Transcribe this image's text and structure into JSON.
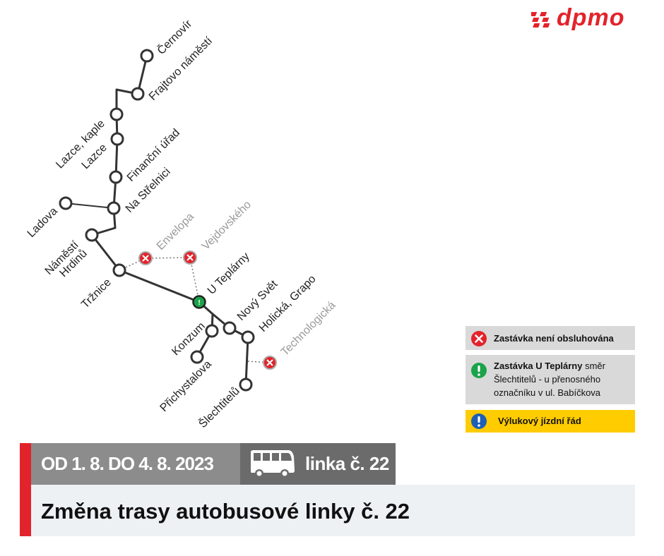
{
  "brand": {
    "logo_text": "dpmo",
    "accent_color": "#e3232b"
  },
  "map": {
    "stops": [
      {
        "id": "cernovir",
        "label": "Černovír",
        "status": "normal"
      },
      {
        "id": "frajtovo",
        "label": "Frajtovo  náměstí",
        "status": "normal"
      },
      {
        "id": "lazce-kaple",
        "label": "Lazce, kaple",
        "status": "normal"
      },
      {
        "id": "lazce",
        "label": "Lazce",
        "status": "normal"
      },
      {
        "id": "financni",
        "label": "Finanční úřad",
        "status": "normal"
      },
      {
        "id": "na-strelnici",
        "label": "Na Střelnici",
        "status": "normal"
      },
      {
        "id": "ladova",
        "label": "Ladova",
        "status": "normal"
      },
      {
        "id": "namesti-line1",
        "label": "Náměstí",
        "status": "normal"
      },
      {
        "id": "namesti-line2",
        "label": "Hrdinů",
        "status": "normal"
      },
      {
        "id": "trznice",
        "label": "Tržnice",
        "status": "normal"
      },
      {
        "id": "envelopa",
        "label": "Envelopa",
        "status": "closed"
      },
      {
        "id": "vejdovskeho",
        "label": "Vejdovského",
        "status": "closed"
      },
      {
        "id": "u-teplarny",
        "label": "U Teplárny",
        "status": "temporary"
      },
      {
        "id": "konzum",
        "label": "Konzum",
        "status": "normal"
      },
      {
        "id": "novy-svet",
        "label": "Nový Svět",
        "status": "normal"
      },
      {
        "id": "holicka",
        "label": "Holická, Grapo",
        "status": "normal"
      },
      {
        "id": "technologicka",
        "label": "Technologická",
        "status": "closed"
      },
      {
        "id": "prichystalova",
        "label": "Přichystalova",
        "status": "normal"
      },
      {
        "id": "sechtitelu",
        "label": "Šlechtitelů",
        "status": "normal"
      }
    ],
    "colors": {
      "route": "#333333",
      "closed": "#e3232b",
      "temporary": "#1aa34a",
      "closed_label": "#999999"
    }
  },
  "legend": {
    "closed": {
      "text": "Zastávka není obsluhována",
      "icon": "x-circle-icon"
    },
    "temporary": {
      "bold": "Zastávka U Teplárny",
      "rest1": " směr",
      "rest2": "Šlechtitelů - u přenosného",
      "rest3": "označníku v ul. Babíčkova",
      "icon": "exclamation-green-icon"
    },
    "special": {
      "text": "Výlukový jízdní řád",
      "icon": "exclamation-blue-icon",
      "color": "#ffcc00"
    }
  },
  "banner": {
    "dates": "OD 1. 8.  DO 4. 8. 2023",
    "line": "linka č. 22",
    "title": "Změna trasy autobusové linky č. 22",
    "icon": "bus-icon"
  }
}
